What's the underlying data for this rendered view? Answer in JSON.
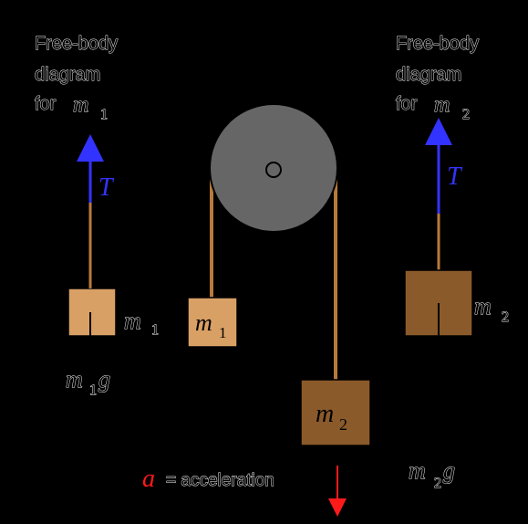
{
  "fbd_left": {
    "title_line1": "Free-body",
    "title_line2": "diagram",
    "title_line3_prefix": "for",
    "mass_symbol": "m",
    "mass_subscript": "1",
    "tension_label": "T",
    "weight_label_main": "m",
    "weight_label_sub": "1",
    "weight_label_g": "g"
  },
  "fbd_right": {
    "title_line1": "Free-body",
    "title_line2": "diagram",
    "title_line3_prefix": "for",
    "mass_symbol": "m",
    "mass_subscript": "2",
    "tension_label": "T",
    "weight_label_main": "m",
    "weight_label_sub": "2",
    "weight_label_g": "g"
  },
  "atwood": {
    "mass1_symbol": "m",
    "mass1_subscript": "1",
    "mass2_symbol": "m",
    "mass2_subscript": "2"
  },
  "acceleration": {
    "symbol": "a",
    "text": "= acceleration"
  },
  "colors": {
    "background": "#000000",
    "tension_arrow": "#3333ff",
    "acceleration_arrow": "#ff1a1a",
    "rope": "#b87a3c",
    "box_light": "#d9a066",
    "box_dark": "#8b5a2b",
    "pulley": "#666666"
  }
}
